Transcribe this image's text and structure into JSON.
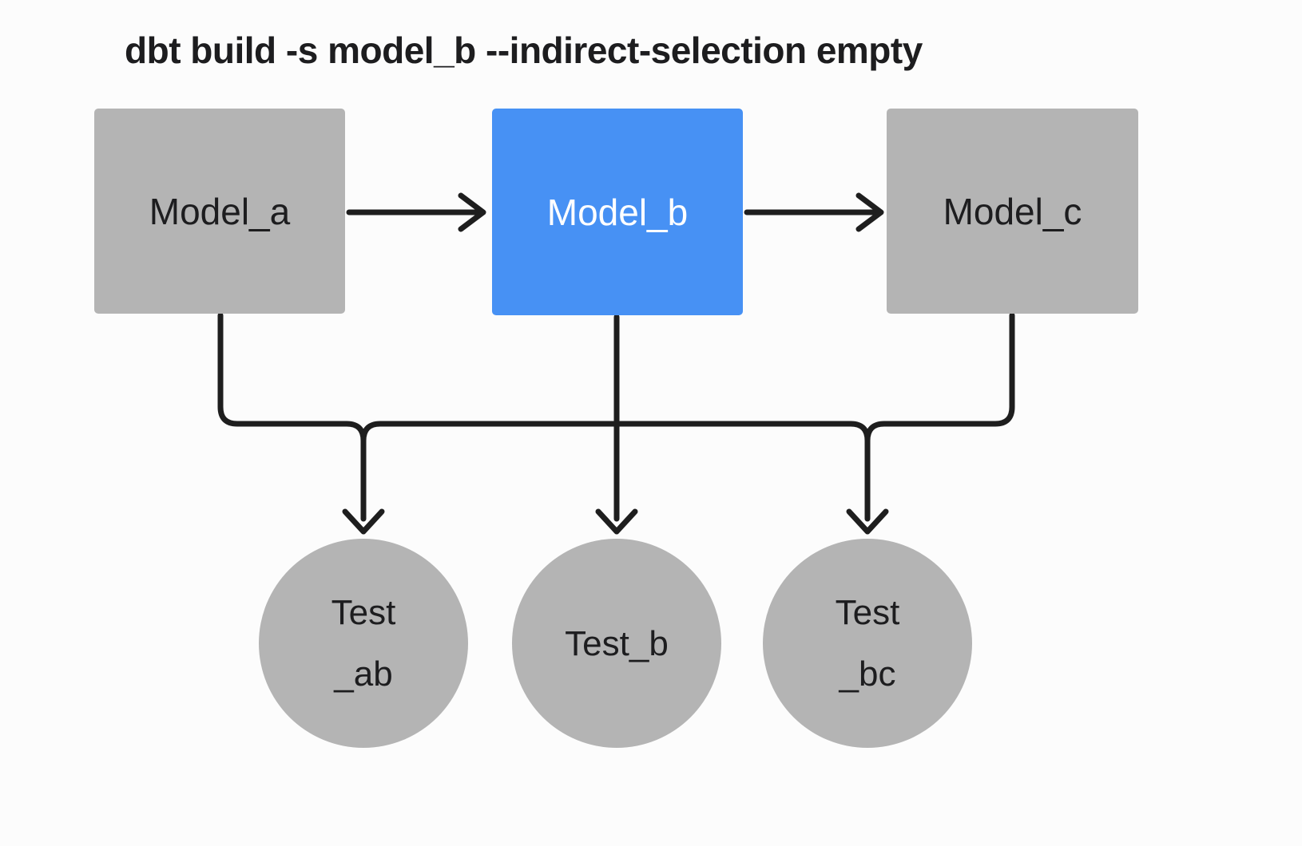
{
  "title": "dbt build -s model_b --indirect-selection empty",
  "colors": {
    "selected_node": "#4791f4",
    "unselected_node": "#b4b4b4",
    "connector": "#1e1e1e",
    "text_dark": "#1d1d1f",
    "text_light": "#ffffff",
    "background": "#fcfcfc"
  },
  "nodes": {
    "model_a": {
      "label": "Model_a",
      "state": "unselected"
    },
    "model_b": {
      "label": "Model_b",
      "state": "selected"
    },
    "model_c": {
      "label": "Model_c",
      "state": "unselected"
    }
  },
  "tests": {
    "test_ab": {
      "line1": "Test",
      "line2": "_ab"
    },
    "test_b": {
      "line1": "Test_b"
    },
    "test_bc": {
      "line1": "Test",
      "line2": "_bc"
    }
  },
  "edges": [
    {
      "from": "Model_a",
      "to": "Model_b"
    },
    {
      "from": "Model_b",
      "to": "Model_c"
    },
    {
      "from": "Model_a",
      "to": "Test_ab"
    },
    {
      "from": "Model_b",
      "to": "Test_ab"
    },
    {
      "from": "Model_b",
      "to": "Test_b"
    },
    {
      "from": "Model_b",
      "to": "Test_bc"
    },
    {
      "from": "Model_c",
      "to": "Test_bc"
    }
  ]
}
